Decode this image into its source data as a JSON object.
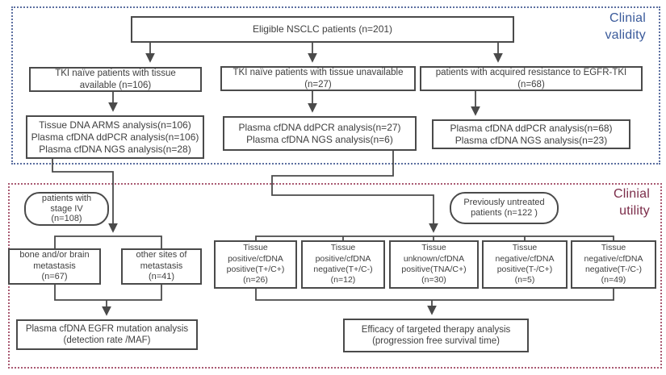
{
  "sections": {
    "validity": {
      "label": "Clinial\nvalidity"
    },
    "utility": {
      "label": "Clinial\nutility"
    }
  },
  "colors": {
    "validity_accent": "#3b5b9b",
    "utility_accent": "#7c2d4a",
    "validity_border": "#5c6fa0",
    "utility_border": "#aa5a72",
    "box_border": "#4a4a4a"
  },
  "boxes": {
    "eligible": "Eligible NSCLC patients (n=201)",
    "tki_tissue_available": "TKI naïve patients with tissue\navailable (n=106)",
    "tki_tissue_unavailable": "TKI naïve patients with tissue unavailable\n(n=27)",
    "acquired_resistance": "patients with acquired resistance to EGFR-TKI\n(n=68)",
    "analysis_available": "Tissue DNA ARMS analysis(n=106)\nPlasma cfDNA ddPCR analysis(n=106)\nPlasma cfDNA NGS analysis(n=28)",
    "analysis_unavailable": "Plasma cfDNA ddPCR analysis(n=27)\nPlasma cfDNA NGS analysis(n=6)",
    "analysis_resistance": "Plasma cfDNA ddPCR analysis(n=68)\nPlasma cfDNA NGS analysis(n=23)",
    "stage_iv": "patients with\nstage IV\n(n=108)",
    "previously_untreated": "Previously untreated\npatients (n=122 )",
    "bone_brain_metastasis": "bone and/or brain\nmetastasis\n(n=67)",
    "other_sites_metastasis": "other sites of\nmetastasis\n(n=41)",
    "t_pos_c_pos": "Tissue\npositive/cfDNA\npositive(T+/C+)\n(n=26)",
    "t_pos_c_neg": "Tissue\npositive/cfDNA\nnegative(T+/C-)\n(n=12)",
    "t_unk_c_pos": "Tissue\nunknown/cfDNA\npositive(TNA/C+)\n(n=30)",
    "t_neg_c_pos": "Tissue\nnegative/cfDNA\npositive(T-/C+)\n(n=5)",
    "t_neg_c_neg": "Tissue\nnegative/cfDNA\nnegative(T-/C-)\n(n=49)",
    "egfr_mutation_analysis": "Plasma cfDNA EGFR mutation analysis\n(detection rate /MAF)",
    "efficacy_analysis": "Efficacy of targeted therapy analysis\n(progression free survival time)"
  }
}
